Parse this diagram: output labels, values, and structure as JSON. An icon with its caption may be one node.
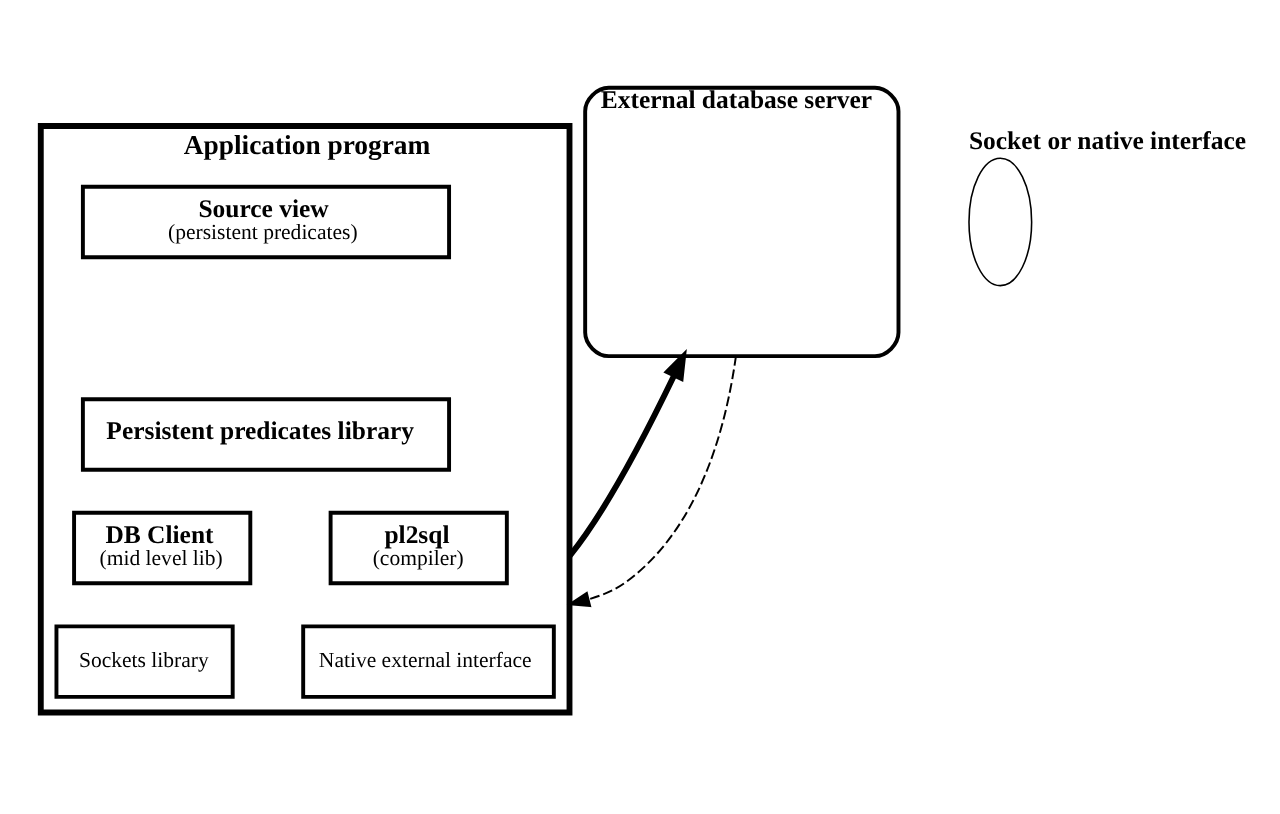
{
  "diagram": {
    "nodes": [
      {
        "text": [
          "Application program"
        ]
      },
      {
        "text": [
          "Source view",
          "(persistent predicates)"
        ],
        "in": 0
      },
      {
        "text": [
          "Persistent predicates library"
        ],
        "in": 0
      },
      {
        "text": [
          "DB Client",
          "(mid level lib)"
        ],
        "in": 0
      },
      {
        "text": [
          "pl2sql",
          "(compiler)"
        ],
        "in": 0
      },
      {
        "text": [
          "Sockets library"
        ],
        "in": 0
      },
      {
        "text": [
          "Native external interface"
        ],
        "in": 0
      },
      {
        "text": [
          "External database server"
        ]
      },
      {
        "text": [
          "Socket or native interface"
        ]
      }
    ],
    "edges": [
      {
        "from": 0,
        "to": 7,
        "arrow": "to",
        "style": "thick"
      },
      {
        "from": 7,
        "to": 0,
        "arrow": "to",
        "style": "dashed"
      }
    ]
  }
}
